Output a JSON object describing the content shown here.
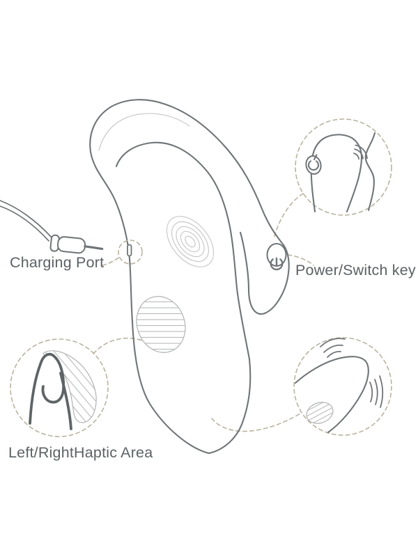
{
  "diagram": {
    "type": "product-annotation-diagram",
    "labels": {
      "charging_port": "Charging Port",
      "power_switch": "Power/Switch key",
      "haptic_area": "Left/RightHaptic Area"
    },
    "icons": {
      "power_button": "power-symbol",
      "vibration_waves": "triple-arc",
      "charging_plug": "dc-plug-with-cable",
      "thumb_press": "thumb-outline"
    },
    "colors": {
      "line": "#6f7477",
      "line_light": "#c7c9c8",
      "hatch": "#b7bab9",
      "hatch_outline": "#b1b4b3",
      "thumb": "#5e6466",
      "dashed": "#b9b39e",
      "text": "#5c6164",
      "bg": "#ffffff"
    }
  }
}
